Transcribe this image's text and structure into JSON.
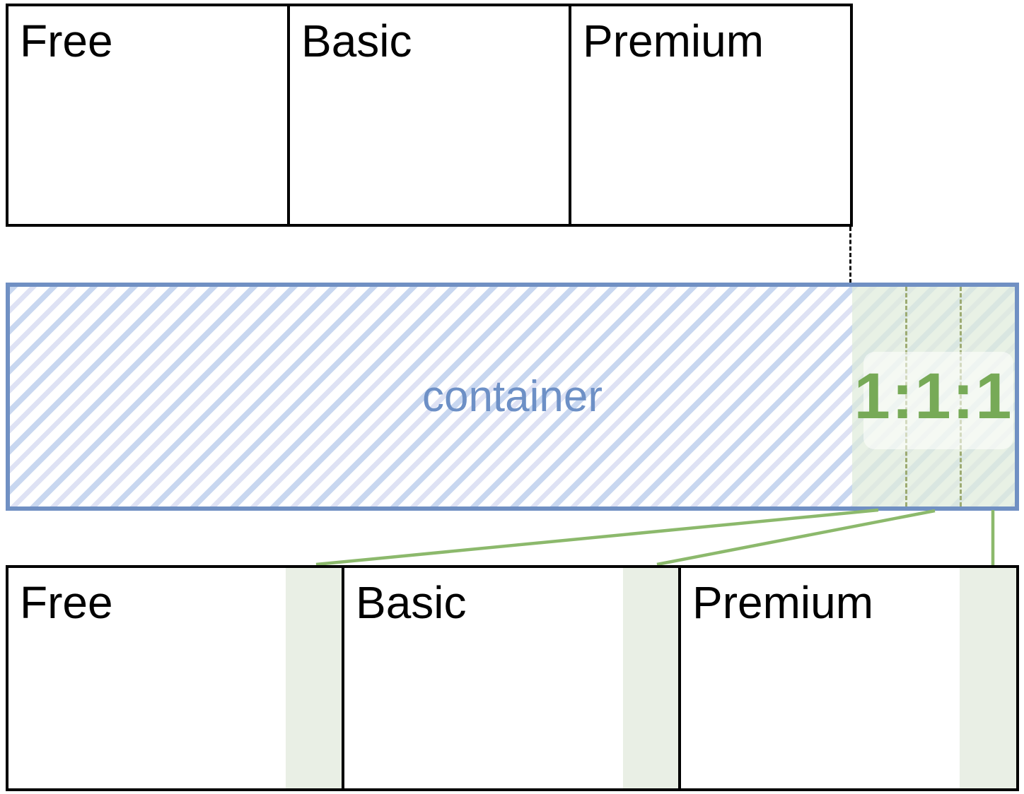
{
  "top_row": {
    "items": [
      "Free",
      "Basic",
      "Premium"
    ]
  },
  "container": {
    "label": "container",
    "ratio_label": "1:1:1",
    "leftover_parts": 3
  },
  "bottom_row": {
    "items": [
      "Free",
      "Basic",
      "Premium"
    ]
  },
  "colors": {
    "box_border": "#000000",
    "container_border": "#7090c3",
    "container_label": "#6d90c6",
    "hatch_blue": "#c8d7f0",
    "hatch_lavender": "#dee2f4",
    "overlay_green": "rgba(223,236,219,0.72)",
    "strip_green": "#e9efe5",
    "line_green": "#8cb96c",
    "divider_olive": "#9dab72",
    "ratio_green": "#77aa57"
  }
}
